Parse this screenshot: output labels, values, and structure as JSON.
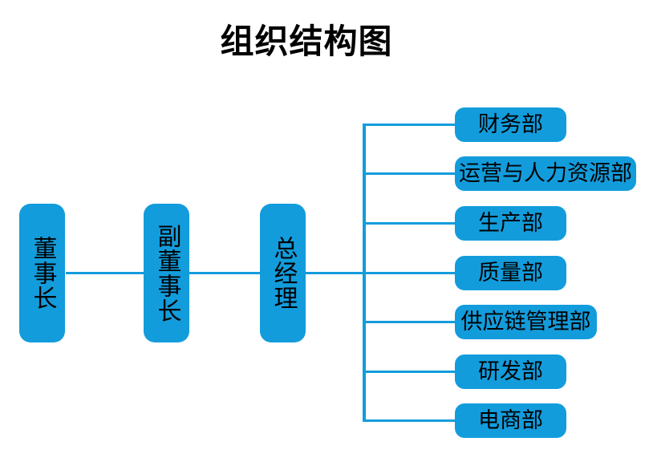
{
  "title": "组织结构图",
  "colors": {
    "box_fill": "#139CDC",
    "connector": "#139CDC",
    "label_text": "#000000",
    "title_text": "#000000",
    "background": "#FFFFFF"
  },
  "executives": [
    {
      "label": "董事长"
    },
    {
      "label": "副董事长"
    },
    {
      "label": "总经理"
    }
  ],
  "departments": [
    {
      "label": "财务部"
    },
    {
      "label": "运营与人力资源部"
    },
    {
      "label": "生产部"
    },
    {
      "label": "质量部"
    },
    {
      "label": "供应链管理部"
    },
    {
      "label": "研发部"
    },
    {
      "label": "电商部"
    }
  ]
}
